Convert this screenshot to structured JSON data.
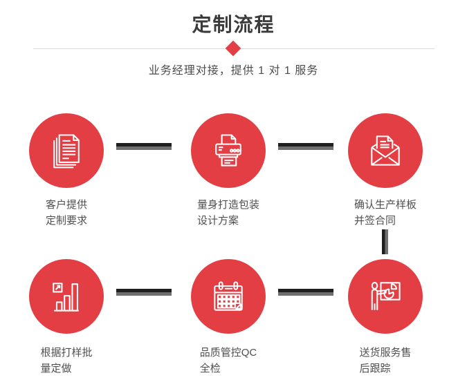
{
  "header": {
    "title": "定制流程",
    "subtitle": "业务经理对接，提供 1 对 1 服务"
  },
  "colors": {
    "accent_red": "#e23e44",
    "title_text": "#3b3b3b",
    "subtitle_text": "#4b4b4b",
    "label_text": "#4f4f4f",
    "connector_dark": "#1f1f1f",
    "connector_gray": "#6f6f6f",
    "divider": "#d9d9d9",
    "icon_stroke": "#ffffff"
  },
  "steps": [
    {
      "icon": "documents-icon",
      "lines": [
        "客户提供",
        "定制要求"
      ]
    },
    {
      "icon": "printer-icon",
      "lines": [
        "量身打造包装",
        "设计方案"
      ]
    },
    {
      "icon": "envelope-icon",
      "lines": [
        "确认生产样板",
        "并签合同"
      ]
    },
    {
      "icon": "bar-chart-icon",
      "lines": [
        "根据打样批",
        "量定做"
      ]
    },
    {
      "icon": "calendar-icon",
      "lines": [
        "品质管控QC",
        "全检"
      ]
    },
    {
      "icon": "presentation-icon",
      "lines": [
        "送货服务售",
        "后跟踪"
      ]
    }
  ]
}
